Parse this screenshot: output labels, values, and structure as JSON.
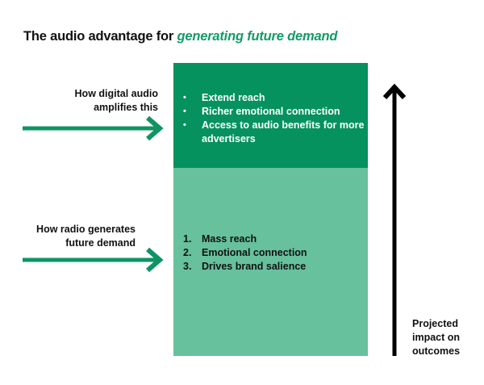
{
  "title": {
    "prefix": "The audio advantage for ",
    "highlight": "generating future demand"
  },
  "digital": {
    "label_line1": "How digital audio",
    "label_line2": "amplifies this",
    "items": [
      "Extend reach",
      "Richer emotional connection",
      "Access to audio benefits for more advertisers"
    ]
  },
  "radio": {
    "label_line1": "How radio generates",
    "label_line2": "future demand",
    "items": [
      "1.",
      "2.",
      "3."
    ],
    "texts": [
      "Mass reach",
      "Emotional connection",
      "Drives brand salience"
    ]
  },
  "impact": {
    "line1": "Projected",
    "line2": "impact on",
    "line3": "outcomes"
  },
  "colors": {
    "dark_green": "#05925e",
    "light_green": "#66c19c",
    "arrow_green": "#0f9464"
  }
}
